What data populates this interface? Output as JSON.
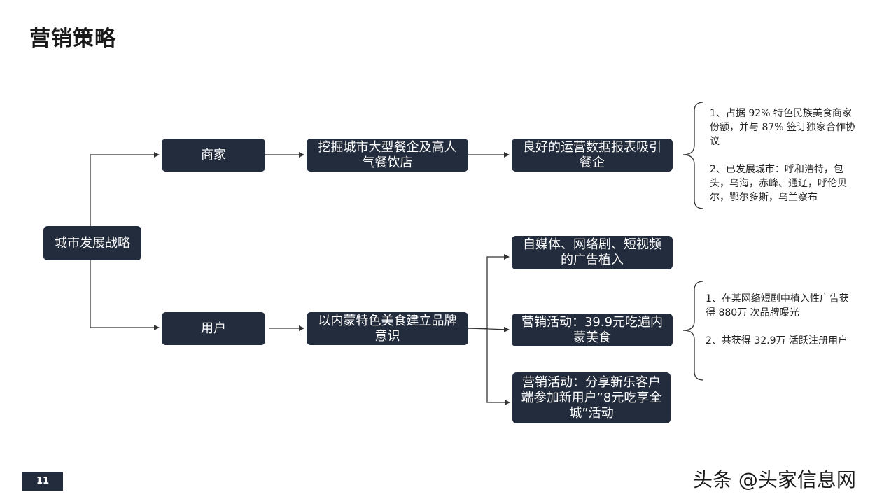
{
  "title": "营销策略",
  "nodes": {
    "root": "城市发展战略",
    "merchant": "商家",
    "merchant_step1": "挖掘城市大型餐企及高人气餐饮店",
    "merchant_step2": "良好的运营数据报表吸引餐企",
    "user": "用户",
    "user_step1": "以内蒙特色美食建立品牌意识",
    "user_channel1": "自媒体、网络剧、短视频的广告植入",
    "user_channel2": "营销活动：39.9元吃遍内蒙美食",
    "user_channel3": "营销活动：分享新乐客户端参加新用户“8元吃享全城”活动"
  },
  "merchant_notes": [
    "1、占据 92% 特色民族美食商家份额，并与 87% 签订独家合作协议",
    "2、已发展城市：呼和浩特，包头，乌海，赤峰、通辽，呼伦贝尔，鄂尔多斯，乌兰察布"
  ],
  "user_notes": [
    "1、在某网络短剧中植入性广告获得 880万 次品牌曝光",
    "2、共获得 32.9万 活跃注册用户"
  ],
  "page_number": "11",
  "watermark": "头条 @头家信息网",
  "colors": {
    "node_fill": "#232c3d",
    "node_text": "#ffffff",
    "connector": "#333333"
  }
}
